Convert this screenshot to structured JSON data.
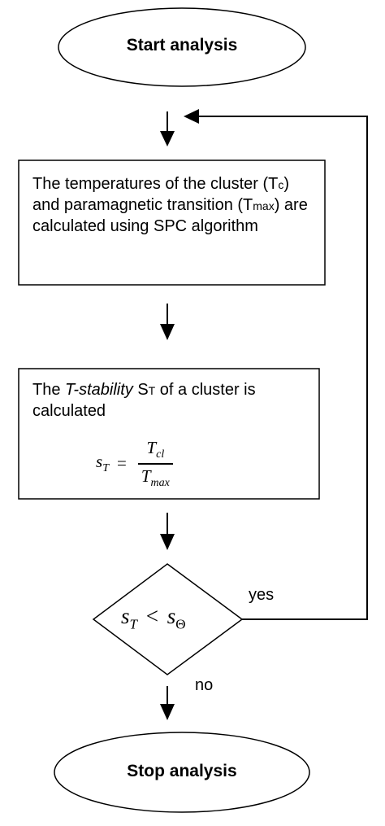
{
  "nodes": {
    "start": {
      "label": "Start analysis"
    },
    "step1": {
      "text_a": "The temperatures of the cluster (T",
      "sub_c": "c",
      "text_b": ") and paramagnetic transition (T",
      "sub_max": "max",
      "text_c": ") are calculated using SPC algorithm"
    },
    "step2": {
      "text_a": "The ",
      "text_italic": "T-stability",
      "text_b": " S",
      "sub_t": "T",
      "text_c": " of a cluster is calculated",
      "formula": {
        "lhs_base": "s",
        "lhs_sub": "T",
        "equals": "=",
        "num_base": "T",
        "num_sub": "cl",
        "den_base": "T",
        "den_sub": "max"
      }
    },
    "decision": {
      "lhs_base": "s",
      "lhs_sub": "T",
      "op": "<",
      "rhs_base": "s",
      "rhs_sub": "Θ"
    },
    "stop": {
      "label": "Stop analysis"
    }
  },
  "edges": {
    "yes_label": "yes",
    "no_label": "no"
  }
}
